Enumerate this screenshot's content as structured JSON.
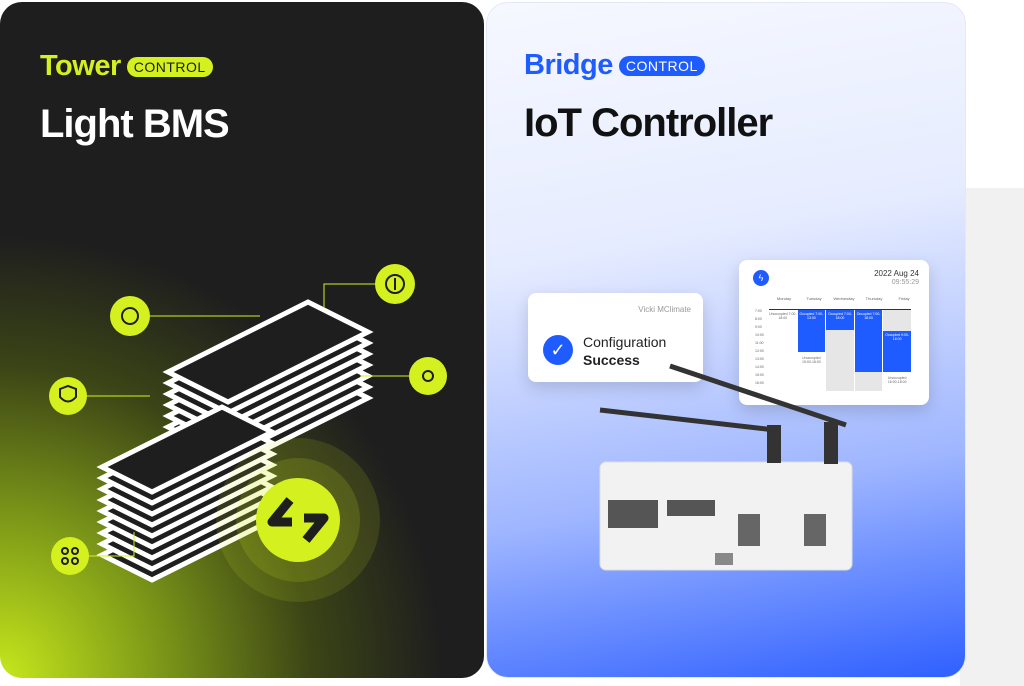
{
  "left_card": {
    "brand": "Tower",
    "badge": "CONTROL",
    "title": "Light BMS",
    "accent": "#d4f01f",
    "icons": [
      "energy-meter-icon",
      "plug-icon",
      "shield-icon",
      "sun-icon",
      "apps-icon",
      "logo-bolt-icon"
    ]
  },
  "right_card": {
    "brand": "Bridge",
    "badge": "CONTROL",
    "title": "IoT Controller",
    "accent": "#1f5cff",
    "config": {
      "user": "Vicki MClimate",
      "line1": "Configuration",
      "line2": "Success"
    },
    "schedule": {
      "date": "2022 Aug 24",
      "time": "09:55:29",
      "days": [
        "Monday",
        "Tuesday",
        "Wednesday",
        "Thursday",
        "Friday"
      ],
      "hours": [
        "7:00",
        "8:00",
        "9:00",
        "10:00",
        "11:00",
        "12:00",
        "13:00",
        "14:00",
        "15:00",
        "16:00"
      ],
      "blocks": {
        "mon": "Unoccupied 7:00-18:00",
        "tue_a": "Occupied 7:00-13:00",
        "tue_b": "Unoccupied 15:00-18:00",
        "wed": "Occupied 7:00-18:00",
        "thu": "Occupied 7:00-18:00",
        "fri_a": "Occupied 9:00-16:00",
        "fri_b": "Unoccupied 16:00-18:00"
      }
    }
  }
}
